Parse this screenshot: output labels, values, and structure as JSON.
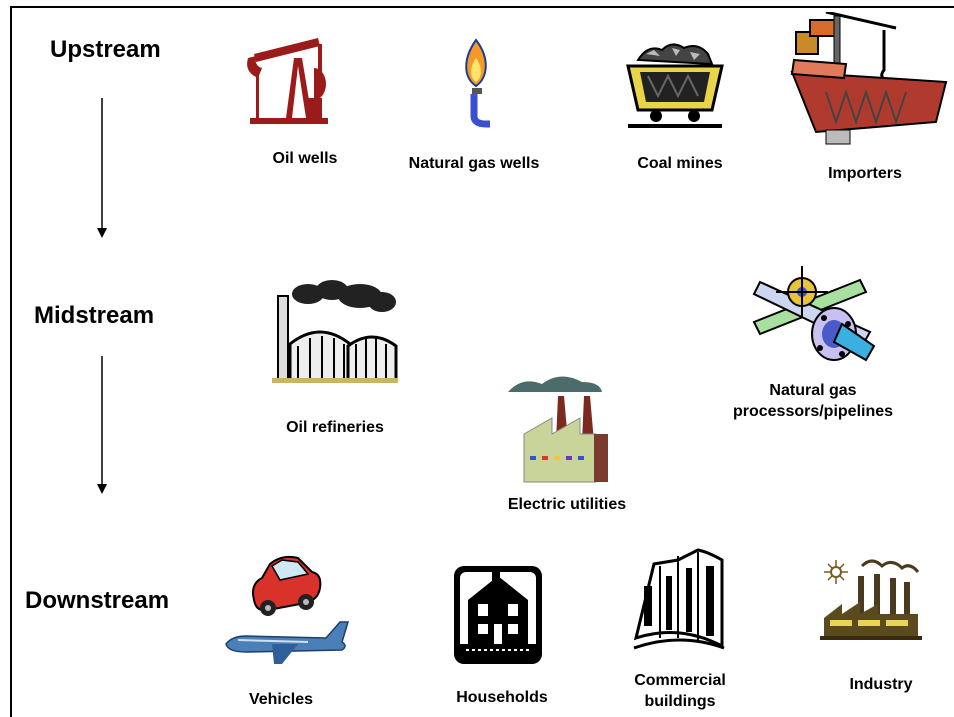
{
  "stages": {
    "upstream": "Upstream",
    "midstream": "Midstream",
    "downstream": "Downstream"
  },
  "upstream_items": {
    "oil_wells": "Oil wells",
    "natural_gas_wells": "Natural gas wells",
    "coal_mines": "Coal mines",
    "importers": "Importers"
  },
  "midstream_items": {
    "oil_refineries": "Oil refineries",
    "electric_utilities": "Electric utilities",
    "gas_processors_line1": "Natural gas",
    "gas_processors_line2": "processors/pipelines"
  },
  "downstream_items": {
    "vehicles": "Vehicles",
    "households": "Households",
    "commercial_line1": "Commercial",
    "commercial_line2": "buildings",
    "industry": "Industry"
  },
  "icons": {
    "oil_wells": "oil-pumpjack-icon",
    "natural_gas_wells": "gas-flame-icon",
    "coal_mines": "coal-cart-icon",
    "importers": "cargo-ship-crane-icon",
    "oil_refineries": "refinery-tanks-icon",
    "electric_utilities": "power-plant-icon",
    "gas_processors": "pipeline-valve-icon",
    "vehicles": "car-airplane-icon",
    "households": "house-icon",
    "commercial": "office-building-icon",
    "industry": "factory-icon"
  },
  "colors": {
    "text": "#000000",
    "oil_red": "#9b1b1b",
    "flame_orange": "#f39a2b",
    "pipe_blue": "#3b4fd1",
    "ship_red": "#b03a2e",
    "plant_green": "#c9d49a",
    "car_red": "#d8322a",
    "plane_blue": "#4a7fb8"
  }
}
